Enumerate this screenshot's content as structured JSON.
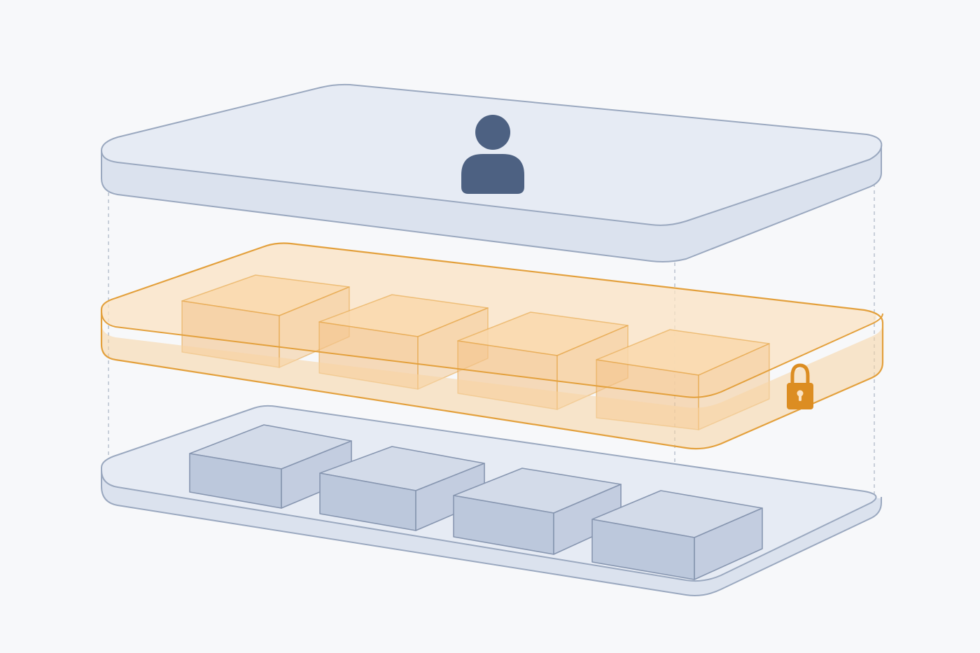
{
  "diagram": {
    "layers": [
      {
        "id": "top",
        "icon": "user-icon"
      },
      {
        "id": "middle",
        "icon": "padlock-icon",
        "block_count": 4
      },
      {
        "id": "bottom",
        "block_count": 4
      }
    ]
  },
  "colors": {
    "background": "#f7f8fa",
    "slab_fill": "#e6ebf4",
    "slab_side": "#dbe2ee",
    "slab_stroke": "#9aa8bf",
    "user_icon": "#4d6182",
    "orange_stroke": "#e3a03c",
    "orange_fill": "#fbe3c3",
    "orange_side": "#f8d3a2",
    "orange_block_top": "#f9d8ad",
    "orange_block_side": "#f4c58e",
    "lock": "#dc8d22",
    "blue_block_top": "#d3dbe9",
    "blue_block_side": "#bcc8dc",
    "blue_block_stroke": "#8796b0",
    "guide_line": "#b4bdcb"
  }
}
